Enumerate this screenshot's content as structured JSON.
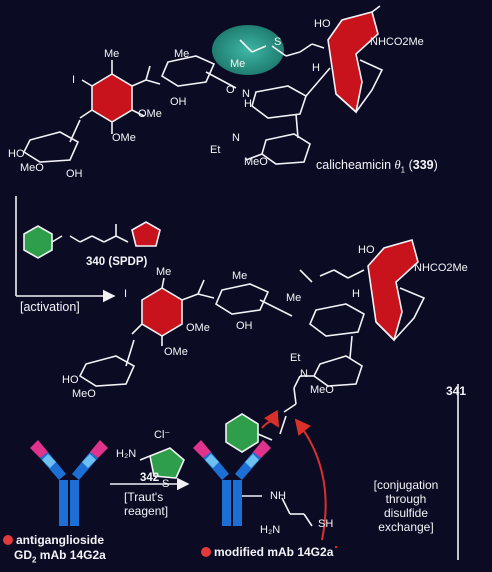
{
  "labels": {
    "me_top_ring": "Me",
    "i_top": "I",
    "ome_1": "OMe",
    "ome_2": "OMe",
    "me_sugar_top": "Me",
    "ho_top_left": "HO",
    "meo_top_left": "MeO",
    "oh_top_left": "OH",
    "oh_sugar2": "OH",
    "n_top": "N",
    "o_top": "O",
    "h_top": "H",
    "ho_enediyne": "HO",
    "nhco2me_top": "NHCO2Me",
    "h_enediyne": "H",
    "et_top": "Et",
    "n_et_top": "N",
    "meo_bottom_sugar": "MeO",
    "meo_mid_left": "MeO",
    "ho_mid": "HO",
    "oh_mid": "OH",
    "i_mid": "I",
    "me_mid_ring": "Me",
    "ome_mid": "OMe",
    "ome_mid2": "OMe",
    "me_mid_sugar": "Me",
    "nhco2me_mid": "NHCO2Me",
    "ho_enediyne_mid": "HO",
    "h_mid": "H",
    "et_mid": "Et",
    "n_mid": "N",
    "meo_mid_sugar": "MeO",
    "me_thioester_mid": "Me",
    "me_thioester_top": "Me",
    "s_top": "S",
    "cl": "Cl⁻",
    "h2n": "H₂N",
    "s_reagent": "S",
    "nh_antibody": "NH",
    "h2n_antibody": "H₂N",
    "sh_antibody": "SH"
  },
  "compound_339": {
    "name": "calicheamicin",
    "theta": "θ",
    "subscript": "1",
    "number": "339"
  },
  "reagent_340": {
    "label": "340 (SPDP)"
  },
  "activation": {
    "text": "[activation]"
  },
  "compound_341": {
    "label": "341"
  },
  "reagent_342": {
    "label": "342",
    "caption_line1": "[Traut's",
    "caption_line2": "reagent]"
  },
  "conjugation": {
    "line1": "[conjugation",
    "line2": "through",
    "line3": "disulfide",
    "line4": "exchange]"
  },
  "antibody_left": {
    "line1": "antiganglioside",
    "line2": "GD",
    "line2_sub": "2",
    "line2_rest": " mAb 14G2a"
  },
  "antibody_right": {
    "label": "modified mAb 14G2a"
  },
  "colors": {
    "background": "#0b0b24",
    "enediyne_red": "#c8131d",
    "bond_white": "#f2f2f6",
    "highlight_teal": "#2a9a8c",
    "antibody_blue": "#1c6fd4",
    "antibody_pink": "#e0338c",
    "reagent_green": "#2e9e4a",
    "bullet_red": "#e23a3a"
  }
}
